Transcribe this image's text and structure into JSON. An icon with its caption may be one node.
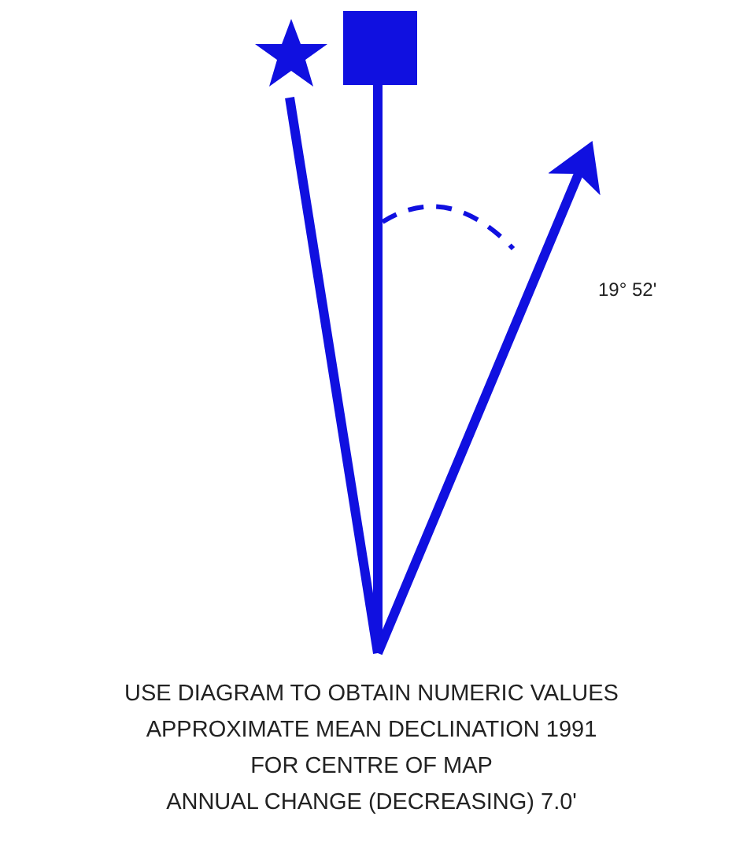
{
  "diagram": {
    "labels": [
      "19° 52'",
      "USE DIAGRAM TO OBTAIN NUMERIC VALUES",
      "APPROXIMATE MEAN DECLINATION 1991",
      "FOR CENTRE OF MAP",
      "ANNUAL CHANGE (DECREASING) 7.0'"
    ]
  }
}
